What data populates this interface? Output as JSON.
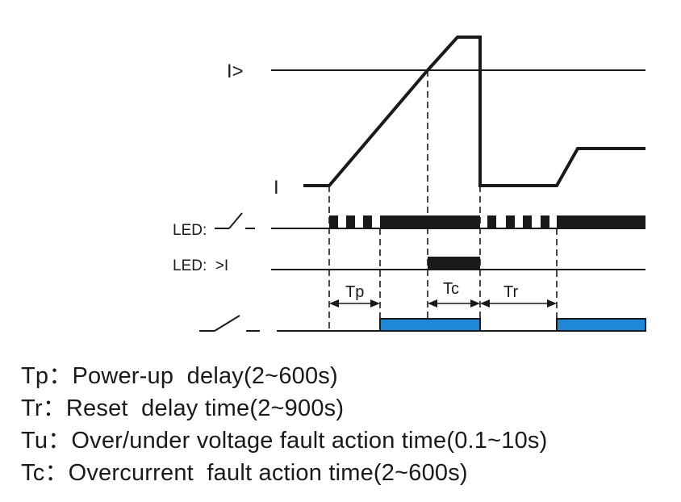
{
  "diagram": {
    "labels": {
      "threshold": "I>",
      "current": "I",
      "led_relay": "LED:",
      "led_overcurrent": "LED:  >I",
      "tp": "Tp",
      "tc": "Tc",
      "tr": "Tr"
    },
    "colors": {
      "line": "#1a1a1a",
      "relay_active": "#1e88d6"
    }
  },
  "legend": [
    "Tp：Power-up  delay(2~600s)",
    "Tr：Reset  delay time(2~900s)",
    "Tu：Over/under voltage fault action time(0.1~10s)",
    "Tc：Overcurrent  fault action time(2~600s)"
  ]
}
